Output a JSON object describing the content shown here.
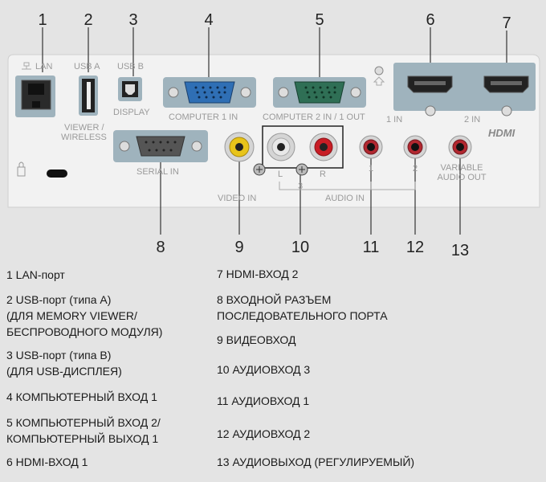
{
  "numbers": [
    "1",
    "2",
    "3",
    "4",
    "5",
    "6",
    "7",
    "8",
    "9",
    "10",
    "11",
    "12",
    "13"
  ],
  "panel": {
    "lan": "LAN",
    "usb_a": "USB A",
    "usb_b": "USB B",
    "display": "DISPLAY",
    "viewer_wireless": "VIEWER /\nWIRELESS",
    "computer1_in": "COMPUTER 1 IN",
    "computer2": "COMPUTER 2 IN / 1 OUT",
    "hdmi1": "1 IN",
    "hdmi2": "2 IN",
    "hdmi_logo": "HDMI",
    "serial_in": "SERIAL IN",
    "video_in": "VIDEO IN",
    "audio_l": "L",
    "audio_r": "R",
    "audio_3": "3",
    "audio_1": "1",
    "audio_2": "2",
    "audio_in": "AUDIO IN",
    "variable_audio_out": "VARIABLE\nAUDIO OUT"
  },
  "descriptions": {
    "d1": "1 LAN-порт",
    "d2": "2 USB-порт (типа A)\n(ДЛЯ MEMORY VIEWER/\nБЕСПРОВОДНОГО МОДУЛЯ)",
    "d3": "3 USB-порт (типа B)\n(ДЛЯ USB-ДИСПЛЕЯ)",
    "d4": "4 КОМПЬЮТЕРНЫЙ ВХОД 1",
    "d5": "5 КОМПЬЮТЕРНЫЙ ВХОД 2/\nКОМПЬЮТЕРНЫЙ ВЫХОД 1",
    "d6": "6 HDMI-ВХОД 1",
    "d7": "7 HDMI-ВХОД 2",
    "d8": "8 ВХОДНОЙ РАЗЪЕМ\nПОСЛЕДОВАТЕЛЬНОГО ПОРТА",
    "d9": "9 ВИДЕОВХОД",
    "d10": "10 АУДИОВХОД 3",
    "d11": "11 АУДИОВХОД 1",
    "d12": "12 АУДИОВХОД 2",
    "d13": "13 АУДИОВЫХОД (РЕГУЛИРУЕМЫЙ)"
  },
  "colors": {
    "background": "#e4e4e4",
    "panel": "#f2f2f2",
    "panel_blue_grey": "#9fb3bd",
    "vga_blue": "#2f6fb5",
    "vga_green": "#2f6f55",
    "rca_yellow": "#e8c41a",
    "rca_white": "#e8e8e8",
    "rca_red": "#c81d25"
  }
}
